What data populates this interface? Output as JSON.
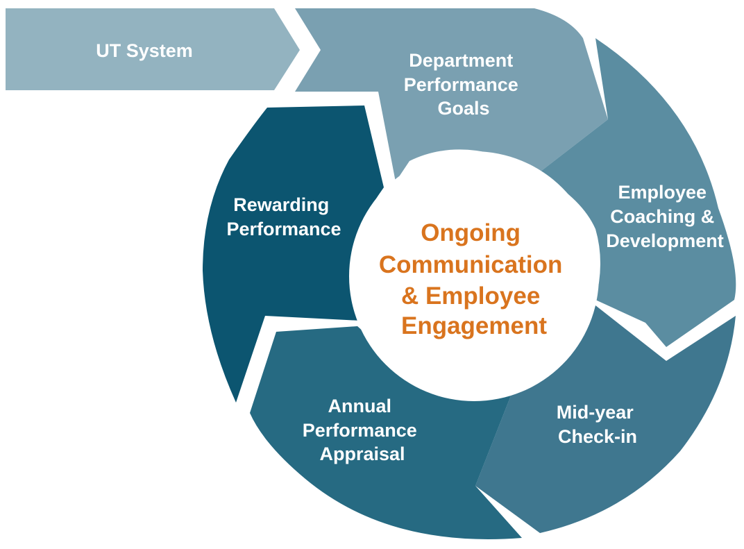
{
  "colors": {
    "ut_system": "#93b3c0",
    "department": "#7aa0b1",
    "coaching": "#5b8da1",
    "midyear": "#3f778f",
    "annual": "#266a82",
    "rewarding": "#0c5570",
    "center_text": "#d9741e",
    "center_fill": "#ffffff",
    "label_text": "#ffffff"
  },
  "segments": {
    "ut_system": {
      "lines": [
        "UT System"
      ]
    },
    "department": {
      "lines": [
        "Department",
        "Performance",
        "Goals"
      ]
    },
    "coaching": {
      "lines": [
        "Employee",
        "Coaching &",
        "Development"
      ]
    },
    "midyear": {
      "lines": [
        "Mid-year",
        "Check-in"
      ]
    },
    "annual": {
      "lines": [
        "Annual",
        "Performance",
        "Appraisal"
      ]
    },
    "rewarding": {
      "lines": [
        "Rewarding",
        "Performance"
      ]
    }
  },
  "center": {
    "lines": [
      "Ongoing",
      "Communication",
      "& Employee",
      "Engagement"
    ]
  }
}
